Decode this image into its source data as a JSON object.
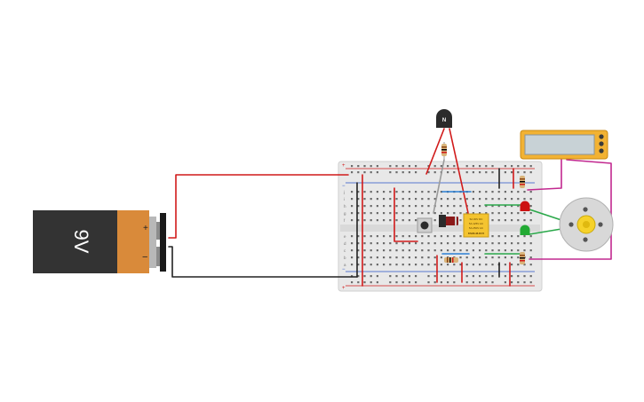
{
  "battery": {
    "voltage_label": "9V",
    "plus_label": "+",
    "minus_label": "−"
  },
  "relay": {
    "model_label": "KS2E-M-DC5",
    "line1": "5A 250V AC",
    "line2": "5A 125V AC",
    "line3": "5A 30V DC"
  },
  "transistor": {
    "label": "N"
  },
  "breadboard": {
    "row_letters_top": [
      "j",
      "i",
      "h",
      "g",
      "f"
    ],
    "row_letters_bottom": [
      "e",
      "d",
      "c",
      "b",
      "a"
    ],
    "rail_plus": "+",
    "rail_minus": "−"
  },
  "colors": {
    "wire_red": "#d11a1a",
    "wire_black": "#222222",
    "wire_green": "#2aa84a",
    "wire_blue": "#2a7fd4",
    "wire_magenta": "#c2288f",
    "wire_gray": "#9a9a9a",
    "multimeter_body": "#f2b233",
    "relay_body": "#f4c430",
    "battery_body": "#333333",
    "battery_cap": "#d98a3a",
    "led_red": "#cc1111",
    "led_green": "#22aa33",
    "motor_gear": "#f6d22a"
  },
  "icons": [
    "battery-icon",
    "breadboard-icon",
    "transistor-icon",
    "relay-icon",
    "multimeter-icon",
    "dc-motor-icon",
    "pushbutton-icon",
    "resistor-icon",
    "led-icon",
    "diode-icon"
  ]
}
